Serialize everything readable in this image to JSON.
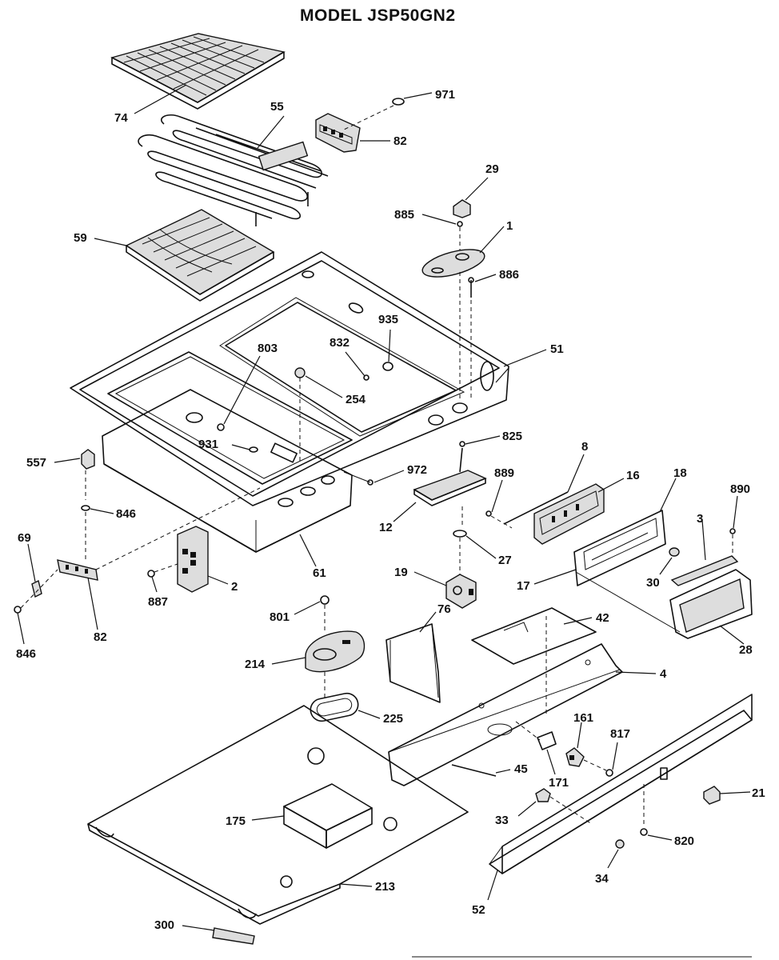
{
  "title": "MODEL JSP50GN2",
  "parts": [
    {
      "id": "p74",
      "label": "74"
    },
    {
      "id": "p55",
      "label": "55"
    },
    {
      "id": "p971",
      "label": "971"
    },
    {
      "id": "p82a",
      "label": "82"
    },
    {
      "id": "p29",
      "label": "29"
    },
    {
      "id": "p885",
      "label": "885"
    },
    {
      "id": "p1",
      "label": "1"
    },
    {
      "id": "p59",
      "label": "59"
    },
    {
      "id": "p886",
      "label": "886"
    },
    {
      "id": "p935",
      "label": "935"
    },
    {
      "id": "p832",
      "label": "832"
    },
    {
      "id": "p803",
      "label": "803"
    },
    {
      "id": "p51",
      "label": "51"
    },
    {
      "id": "p254",
      "label": "254"
    },
    {
      "id": "p825",
      "label": "825"
    },
    {
      "id": "p931",
      "label": "931"
    },
    {
      "id": "p8",
      "label": "8"
    },
    {
      "id": "p557",
      "label": "557"
    },
    {
      "id": "p972",
      "label": "972"
    },
    {
      "id": "p16",
      "label": "16"
    },
    {
      "id": "p18",
      "label": "18"
    },
    {
      "id": "p889",
      "label": "889"
    },
    {
      "id": "p890",
      "label": "890"
    },
    {
      "id": "p846a",
      "label": "846"
    },
    {
      "id": "p12",
      "label": "12"
    },
    {
      "id": "p69",
      "label": "69"
    },
    {
      "id": "p3",
      "label": "3"
    },
    {
      "id": "p27",
      "label": "27"
    },
    {
      "id": "p61",
      "label": "61"
    },
    {
      "id": "p2",
      "label": "2"
    },
    {
      "id": "p19",
      "label": "19"
    },
    {
      "id": "p30",
      "label": "30"
    },
    {
      "id": "p17",
      "label": "17"
    },
    {
      "id": "p887",
      "label": "887"
    },
    {
      "id": "p82b",
      "label": "82"
    },
    {
      "id": "p801",
      "label": "801"
    },
    {
      "id": "p76",
      "label": "76"
    },
    {
      "id": "p42",
      "label": "42"
    },
    {
      "id": "p28",
      "label": "28"
    },
    {
      "id": "p846b",
      "label": "846"
    },
    {
      "id": "p214",
      "label": "214"
    },
    {
      "id": "p4",
      "label": "4"
    },
    {
      "id": "p225",
      "label": "225"
    },
    {
      "id": "p161",
      "label": "161"
    },
    {
      "id": "p817",
      "label": "817"
    },
    {
      "id": "p45",
      "label": "45"
    },
    {
      "id": "p171",
      "label": "171"
    },
    {
      "id": "p21",
      "label": "21"
    },
    {
      "id": "p175",
      "label": "175"
    },
    {
      "id": "p33",
      "label": "33"
    },
    {
      "id": "p820",
      "label": "820"
    },
    {
      "id": "p213",
      "label": "213"
    },
    {
      "id": "p34",
      "label": "34"
    },
    {
      "id": "p52",
      "label": "52"
    },
    {
      "id": "p300",
      "label": "300"
    }
  ]
}
